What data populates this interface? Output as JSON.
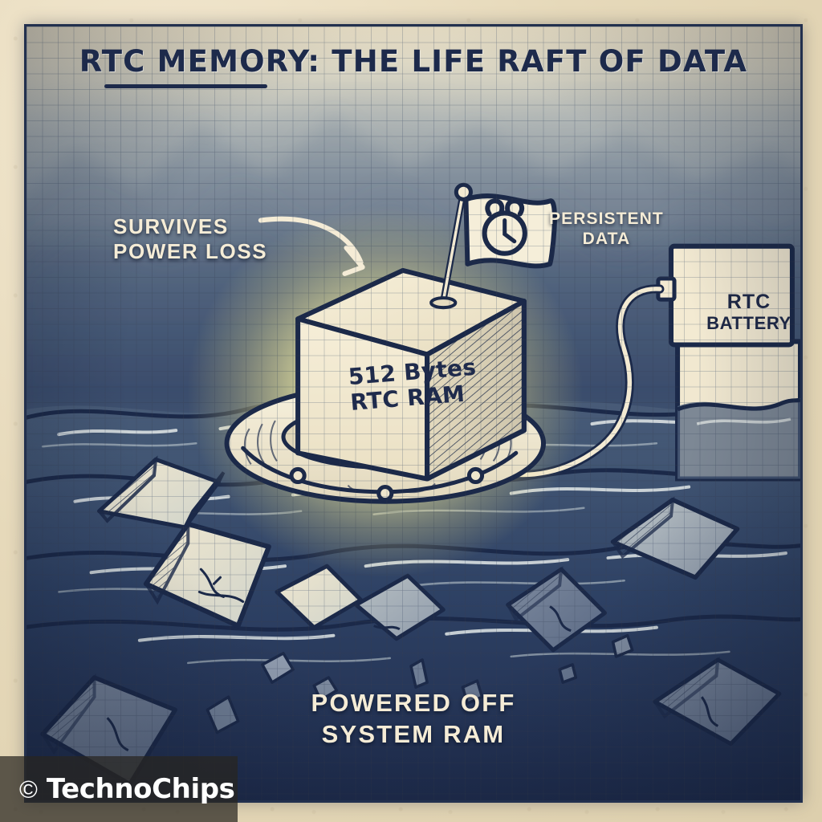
{
  "illustration": {
    "title": "RTC MEMORY: THE LIFE RAFT OF DATA",
    "style": "hand-drawn graph-paper sketch",
    "colors": {
      "paper": "#e6d9ba",
      "ink": "#22304e",
      "cream": "#f3ead2",
      "glow": "#f7f0a8",
      "sea_deep": "#1f2c4e",
      "text_light": "#f5ecd6"
    }
  },
  "annotations": {
    "survives": {
      "line1": "SURVIVES",
      "line2": "POWER LOSS"
    },
    "persistent": {
      "line1": "PERSISTENT",
      "line2": "DATA"
    },
    "powered_off": {
      "line1": "POWERED OFF",
      "line2": "SYSTEM RAM"
    }
  },
  "raft": {
    "cube_label_line1": "512 Bytes",
    "cube_label_line2": "RTC RAM",
    "flag_icon": "alarm-clock-icon",
    "float_icon": "life-ring-icon"
  },
  "battery": {
    "label_line1": "RTC",
    "label_line2": "BATTERY",
    "cable_icon": "power-cable-icon"
  },
  "watermark": {
    "symbol": "©",
    "text": "TechnoChips"
  }
}
